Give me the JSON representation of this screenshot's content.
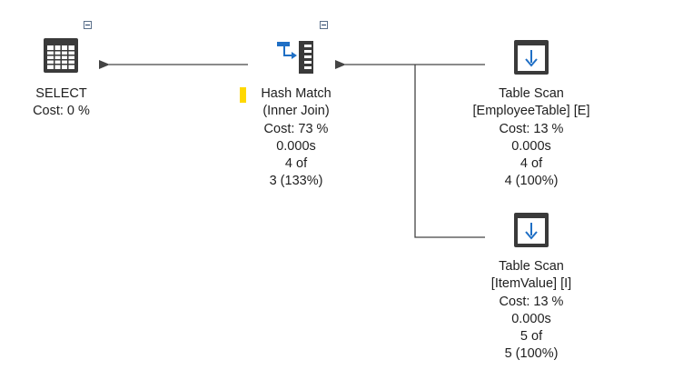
{
  "colors": {
    "edge": "#444444",
    "icon_dark": "#3a3a3a",
    "icon_blue": "#1f6fc5",
    "warning": "#ffd800"
  },
  "nodes": {
    "select": {
      "icon": "select-table-icon",
      "lines": [
        "SELECT",
        "Cost: 0 %"
      ]
    },
    "hash_match": {
      "icon": "hash-match-icon",
      "warning_icon": "warning-bar-icon",
      "lines": [
        "Hash Match",
        "(Inner Join)",
        "Cost: 73 %",
        "0.000s",
        "4 of",
        "3 (133%)"
      ]
    },
    "table_scan_employee": {
      "icon": "table-scan-icon",
      "lines": [
        "Table Scan",
        "[EmployeeTable] [E]",
        "Cost: 13 %",
        "0.000s",
        "4 of",
        "4 (100%)"
      ]
    },
    "table_scan_item": {
      "icon": "table-scan-icon",
      "lines": [
        "Table Scan",
        "[ItemValue] [I]",
        "Cost: 13 %",
        "0.000s",
        "5 of",
        "5 (100%)"
      ]
    }
  }
}
